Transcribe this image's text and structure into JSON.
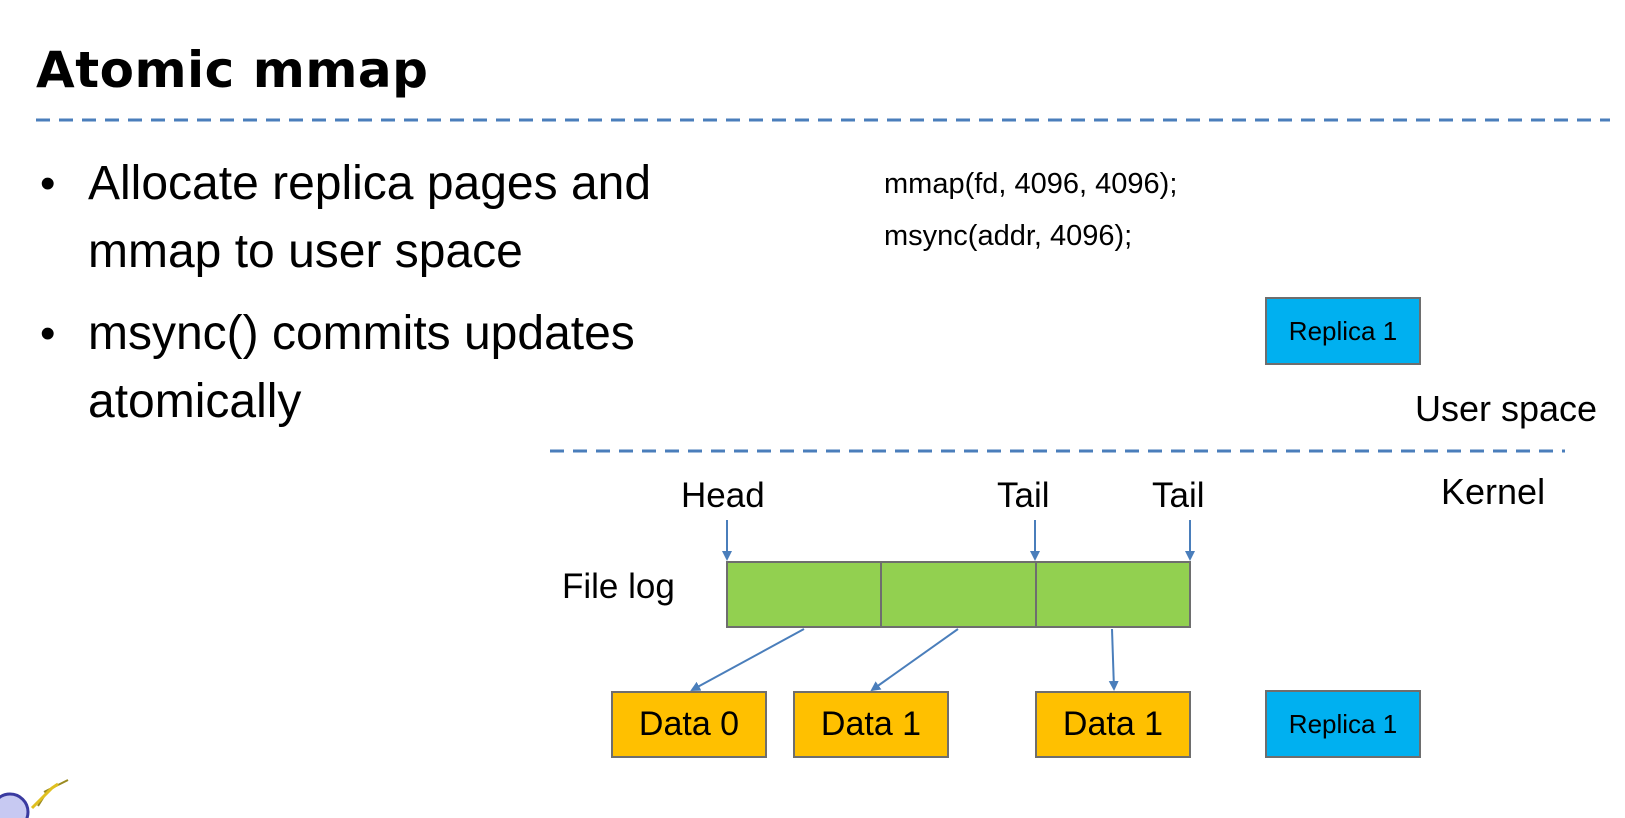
{
  "slide": {
    "title": "Atomic mmap",
    "bullets": [
      "Allocate replica pages and mmap to user space",
      "msync() commits updates atomically"
    ],
    "code": [
      "mmap(fd, 4096, 4096);",
      "msync(addr, 4096);"
    ]
  },
  "diagram": {
    "user_space_label": "User space",
    "kernel_label": "Kernel",
    "file_log_label": "File log",
    "pointers": {
      "head": "Head",
      "tail_old": "Tail",
      "tail_new": "Tail"
    },
    "replica_top": "Replica 1",
    "replica_bottom": "Replica 1",
    "data_blocks": [
      "Data 0",
      "Data 1",
      "Data 1"
    ],
    "colors": {
      "log_entry": "#92d050",
      "data_block": "#ffc000",
      "replica": "#00b0f0",
      "arrow": "#4a7ebb",
      "divider": "#4a7ebb"
    }
  }
}
